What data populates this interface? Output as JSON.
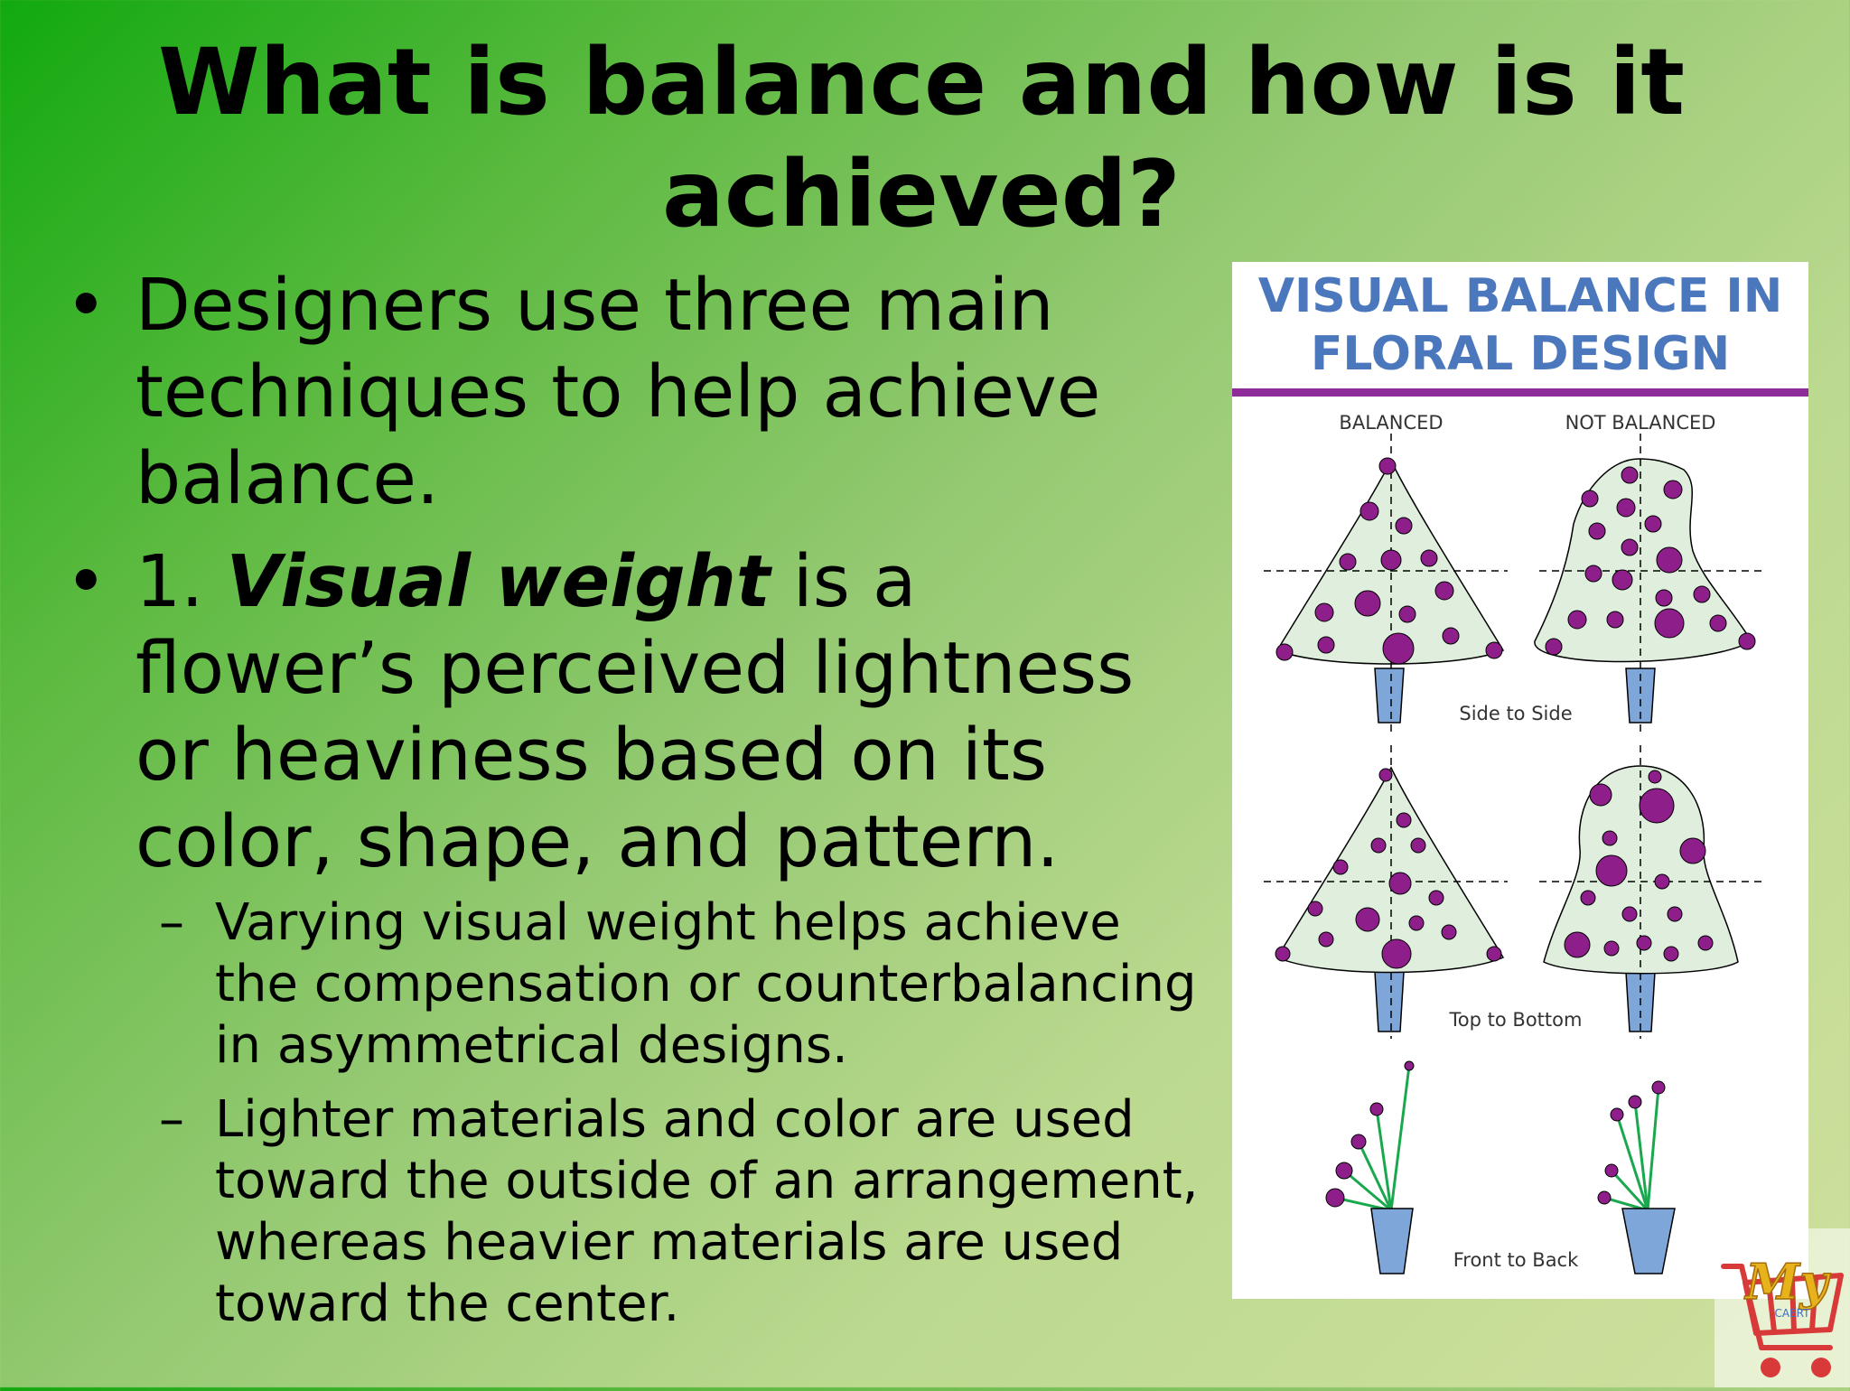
{
  "slide": {
    "title": "What is balance and how is it achieved?",
    "bullet1": "Designers use three main techniques to help achieve balance.",
    "bullet2_prefix": "1. ",
    "bullet2_term": "Visual weight",
    "bullet2_rest": " is a flower’s perceived lightness or heaviness based on its color, shape, and pattern.",
    "sub1": "Varying visual weight helps achieve the compensation or counterbalancing in asymmetrical designs.",
    "sub2": "Lighter materials and color are used toward the outside of an arrangement, whereas heavier materials are used toward the center.",
    "bullet_glyph": "•",
    "dash_glyph": "–"
  },
  "illustration": {
    "title": "VISUAL BALANCE IN FLORAL DESIGN",
    "col_balanced": "BALANCED",
    "col_not_balanced": "NOT BALANCED",
    "row1_label": "Side to Side",
    "row2_label": "Top to Bottom",
    "row3_label": "Front  to Back"
  },
  "logo": {
    "text": "My",
    "subtext": "CAERT"
  },
  "colors": {
    "panel_title": "#4b77bd",
    "panel_bar": "#8e2c9a",
    "flower_dot": "#8e1f8a",
    "tree_fill": "#dfeedd",
    "vase": "#7fa6d8",
    "stem": "#1aa84e"
  }
}
